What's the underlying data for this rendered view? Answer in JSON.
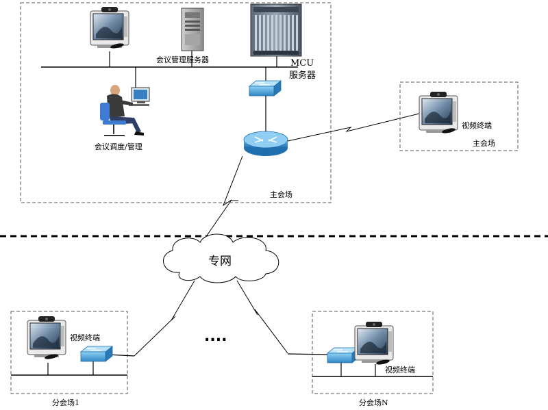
{
  "labels": {
    "conf_server": "会议管理服务器",
    "mcu_line1": "MCU",
    "mcu_line2": "服务器",
    "operator": "会议调度/管理",
    "main_venue": "主会场",
    "remote_terminal": "视频终端",
    "remote_main_venue": "主会场",
    "cloud": "专网",
    "branch1_terminal": "视频终端",
    "branch1_name": "分会场1",
    "ellipsis": "....",
    "branchN_terminal": "视频终端",
    "branchN_name": "分会场N"
  },
  "colors": {
    "switch": "#4a9fd6",
    "router": "#3a8cc8",
    "line": "#000000",
    "box_border": "#555555"
  }
}
